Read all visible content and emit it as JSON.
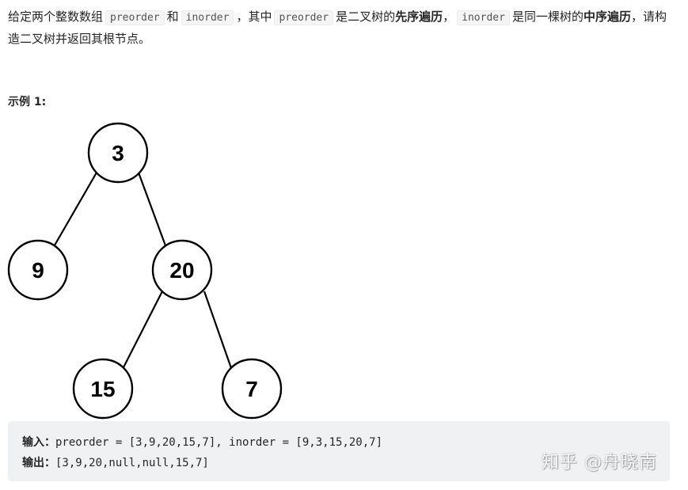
{
  "problem": {
    "t1": "给定两个整数数组",
    "code_preorder": "preorder",
    "t2": "和",
    "code_inorder": "inorder",
    "t3": "，其中",
    "code_preorder_2": "preorder",
    "t4": "是二叉树的",
    "b1": "先序遍历",
    "t5": "，",
    "code_inorder_2": "inorder",
    "t6": "是同一棵树的",
    "b2": "中序遍历",
    "t7": "，请构造二叉树并返回其根节点。"
  },
  "example": {
    "title": "示例 1:",
    "tree_nodes": [
      "3",
      "9",
      "20",
      "15",
      "7"
    ],
    "input_label": "输入：",
    "input_value": "preorder = [3,9,20,15,7], inorder = [9,3,15,20,7]",
    "output_label": "输出：",
    "output_value": "[3,9,20,null,null,15,7]"
  },
  "watermark": "知乎 @舟晓南"
}
